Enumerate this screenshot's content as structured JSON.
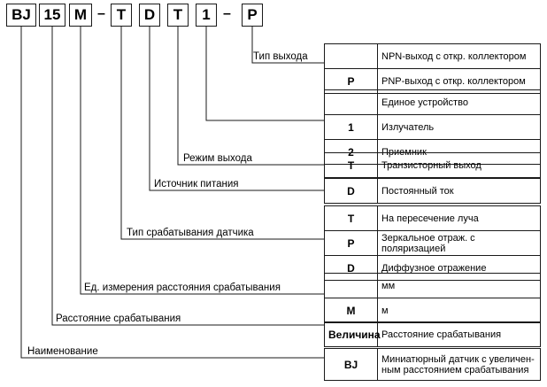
{
  "code_boxes": [
    "BJ",
    "15",
    "M",
    "T",
    "D",
    "T",
    "1",
    "P"
  ],
  "dash": "–",
  "labels": {
    "output_type": "Тип выхода",
    "output_mode": "Режим выхода",
    "power_source": "Источник питания",
    "sensing_type": "Тип срабатывания датчика",
    "distance_unit": "Ед. измерения расстояния срабатывания",
    "sensing_distance": "Расстояние срабатывания",
    "name": "Наименование"
  },
  "tables": {
    "output_type": [
      {
        "code": "",
        "desc": "NPN-выход с откр. коллектором"
      },
      {
        "code": "P",
        "desc": "PNP-выход с откр. коллектором"
      }
    ],
    "unit_config": [
      {
        "code": "",
        "desc": "Единое устройство"
      },
      {
        "code": "1",
        "desc": "Излучатель"
      },
      {
        "code": "2",
        "desc": "Приемник"
      }
    ],
    "output_mode": [
      {
        "code": "T",
        "desc": "Транзисторный выход"
      }
    ],
    "power_source": [
      {
        "code": "D",
        "desc": "Постоянный ток"
      }
    ],
    "sensing_type": [
      {
        "code": "T",
        "desc": "На пересечение луча"
      },
      {
        "code": "P",
        "desc": "Зеркальное отраж. с поляризацией"
      },
      {
        "code": "D",
        "desc": "Диффузное отражение"
      }
    ],
    "distance_unit": [
      {
        "code": "",
        "desc": "мм"
      },
      {
        "code": "M",
        "desc": "м"
      }
    ],
    "sensing_distance": [
      {
        "code": "Величина",
        "desc": "Расстояние срабатывания"
      }
    ],
    "name": [
      {
        "code": "BJ",
        "desc": "Миниатюрный датчик с увеличен-ным расстоянием срабатывания"
      }
    ]
  }
}
